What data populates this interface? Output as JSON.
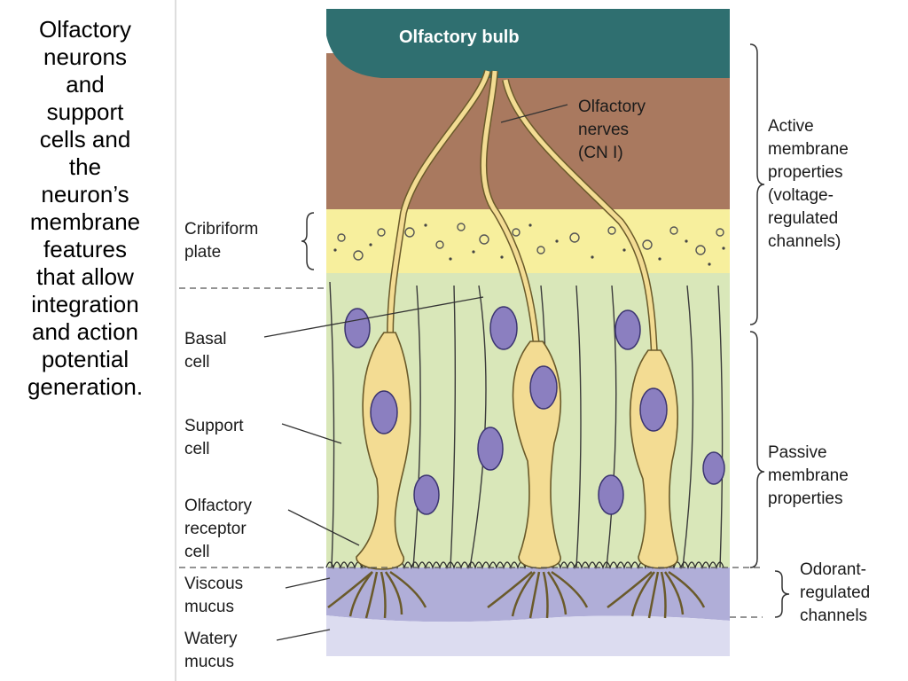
{
  "caption": "Olfactory\nneurons\nand\nsupport\ncells and\nthe\nneuron’s\nmembrane\nfeatures\nthat allow\nintegration\nand action\npotential\ngeneration.",
  "diagram": {
    "olfactory_bulb": "Olfactory bulb",
    "olfactory_nerves": [
      "Olfactory",
      "nerves",
      "(CN I)"
    ],
    "cribriform_plate": [
      "Cribriform",
      "plate"
    ],
    "basal_cell": [
      "Basal",
      "cell"
    ],
    "support_cell": [
      "Support",
      "cell"
    ],
    "olfactory_receptor_cell": [
      "Olfactory",
      "receptor",
      "cell"
    ],
    "viscous_mucus": [
      "Viscous",
      "mucus"
    ],
    "watery_mucus": [
      "Watery",
      "mucus"
    ],
    "active_membrane": [
      "Active",
      "membrane",
      "properties",
      "(voltage-",
      "regulated",
      "channels)"
    ],
    "passive_membrane": [
      "Passive",
      "membrane",
      "properties"
    ],
    "odorant_regulated": [
      "Odorant-",
      "regulated",
      "channels"
    ]
  },
  "colors": {
    "bulb": "#2f6f70",
    "nerve_layer": "#a9795f",
    "cribriform": "#f7ef9d",
    "epithelium": "#d9e7b9",
    "mucus_viscous": "#b0aed8",
    "mucus_watery": "#dcdcf0",
    "neuron": "#f3dc93",
    "nucleus": "#8b7fc0"
  }
}
